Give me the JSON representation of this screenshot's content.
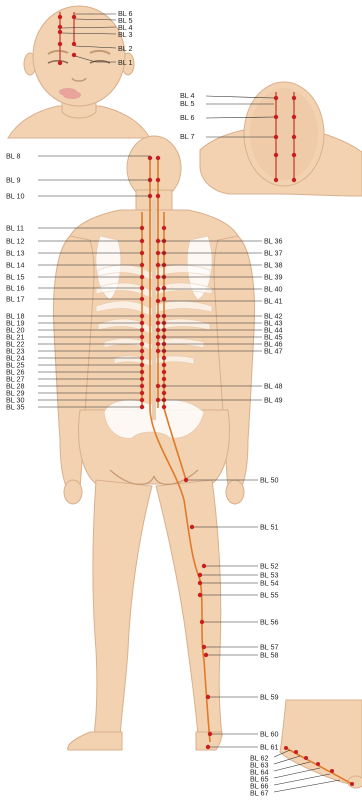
{
  "colors": {
    "skin": "#f3d2b2",
    "skin_shadow": "#e9bf98",
    "meridian": "#e07a2a",
    "point": "#c81e1e",
    "label": "#222222"
  },
  "head_front": {
    "labels": [
      "BL 6",
      "BL 5",
      "BL 4",
      "BL 3",
      "BL 2",
      "BL 1"
    ]
  },
  "head_top": {
    "labels": [
      "BL 4",
      "BL 5",
      "BL 6",
      "BL 7"
    ]
  },
  "back_left": {
    "labels": [
      "BL 8",
      "BL 9",
      "BL 10",
      "BL 11",
      "BL 12",
      "BL 13",
      "BL 14",
      "BL 15",
      "BL 16",
      "BL 17",
      "BL 18",
      "BL 19",
      "BL 20",
      "BL 21",
      "BL 22",
      "BL 23",
      "BL 24",
      "BL 25",
      "BL 26",
      "BL 27",
      "BL 28",
      "BL 29",
      "BL 30",
      "BL 35"
    ]
  },
  "back_right": {
    "labels": [
      "BL 36",
      "BL 37",
      "BL 38",
      "BL 39",
      "BL 40",
      "BL 41",
      "BL 42",
      "BL 43",
      "BL 44",
      "BL 45",
      "BL 46",
      "BL 47",
      "BL 48",
      "BL 49"
    ]
  },
  "leg": {
    "labels": [
      "BL 50",
      "BL 51",
      "BL 52",
      "BL 53",
      "BL 54",
      "BL 55",
      "BL 56",
      "BL 57",
      "BL 58",
      "BL 59",
      "BL 60",
      "BL 61",
      "BL 62",
      "BL 63",
      "BL 64",
      "BL 65",
      "BL 66",
      "BL 67"
    ]
  }
}
